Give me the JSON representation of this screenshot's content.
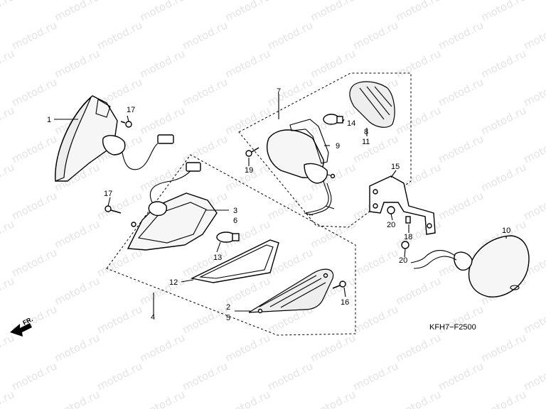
{
  "watermark": "motod.ru",
  "diagram_code": "KFH7−F2500",
  "direction_label": "FR.",
  "callouts": {
    "c1": "1",
    "c2": "2",
    "c3": "3",
    "c4": "4",
    "c5": "5",
    "c6": "6",
    "c7": "7",
    "c8": "8",
    "c9": "9",
    "c10": "10",
    "c11": "11",
    "c12": "12",
    "c13": "13",
    "c14": "14",
    "c15": "15",
    "c16": "16",
    "c17a": "17",
    "c17b": "17",
    "c18": "18",
    "c19": "19",
    "c20a": "20",
    "c20b": "20"
  },
  "colors": {
    "ink": "#000000",
    "watermark": "#e4e4e4",
    "background": "#ffffff"
  }
}
